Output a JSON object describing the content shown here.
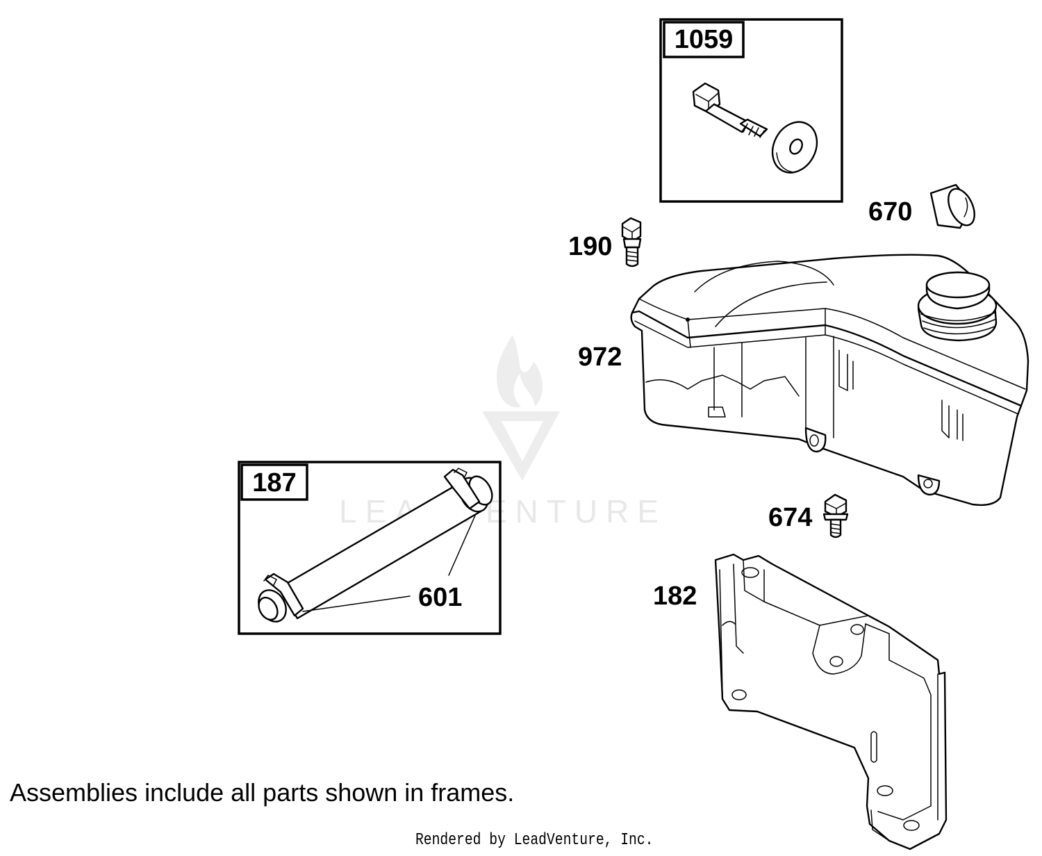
{
  "frames": [
    {
      "id": "frame-1059",
      "tag": "1059"
    },
    {
      "id": "frame-187",
      "tag": "187"
    }
  ],
  "callouts": {
    "c190": "190",
    "c670": "670",
    "c972": "972",
    "c674": "674",
    "c601": "601",
    "c182": "182"
  },
  "watermark": {
    "brand": "LEADVENTURE"
  },
  "note": "Assemblies include all parts shown in frames.",
  "credit": "Rendered by LeadVenture, Inc."
}
